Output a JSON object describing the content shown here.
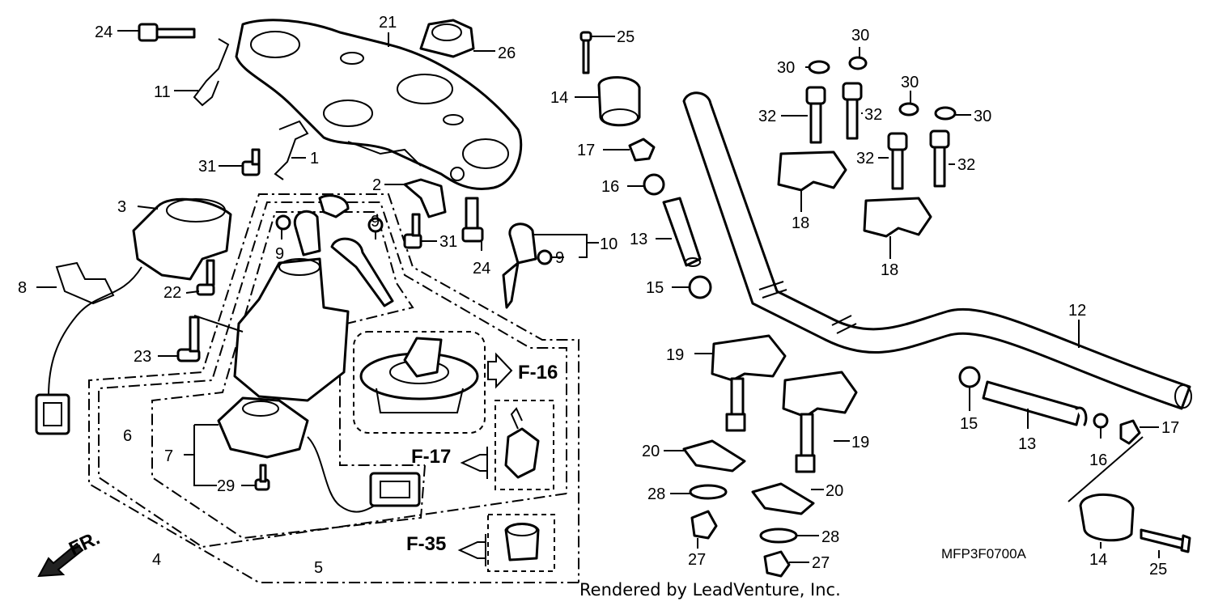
{
  "diagram": {
    "callouts": {
      "c1": "1",
      "c2": "2",
      "c3": "3",
      "c4": "4",
      "c5": "5",
      "c6": "6",
      "c7": "7",
      "c8": "8",
      "c9a": "9",
      "c9b": "9",
      "c9c": "9",
      "c10": "10",
      "c11": "11",
      "c12": "12",
      "c13a": "13",
      "c13b": "13",
      "c14a": "14",
      "c14b": "14",
      "c15a": "15",
      "c15b": "15",
      "c16a": "16",
      "c16b": "16",
      "c17a": "17",
      "c17b": "17",
      "c18a": "18",
      "c18b": "18",
      "c19a": "19",
      "c19b": "19",
      "c20a": "20",
      "c20b": "20",
      "c21": "21",
      "c22": "22",
      "c23": "23",
      "c24a": "24",
      "c24b": "24",
      "c25a": "25",
      "c25b": "25",
      "c26": "26",
      "c27a": "27",
      "c27b": "27",
      "c28a": "28",
      "c28b": "28",
      "c29": "29",
      "c30a": "30",
      "c30b": "30",
      "c30c": "30",
      "c30d": "30",
      "c31a": "31",
      "c31b": "31",
      "c32a": "32",
      "c32b": "32",
      "c32c": "32",
      "c32d": "32"
    },
    "refs": {
      "f16": "F-16",
      "f17": "F-17",
      "f35": "F-35"
    },
    "direction_label": "FR.",
    "drawing_code": "MFP3F0700A"
  },
  "footer": {
    "text": "Rendered by LeadVenture, Inc."
  }
}
